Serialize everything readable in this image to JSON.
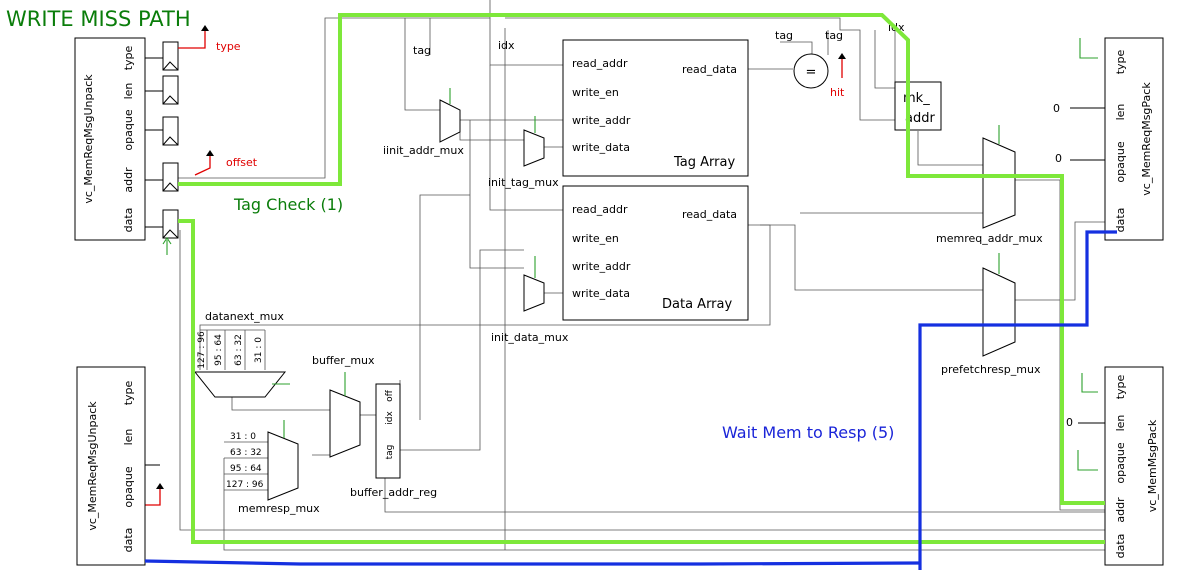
{
  "title": "WRITE MISS PATH",
  "annotations": {
    "tag_check": "Tag Check (1)",
    "wait_mem": "Wait Mem to Resp (5)"
  },
  "unpack_top": {
    "name": "vc_MemReqMsgUnpack",
    "fields": [
      "type",
      "len",
      "opaque",
      "addr",
      "data"
    ]
  },
  "unpack_bottom": {
    "name": "vc_MemReqMsgUnpack",
    "fields": [
      "type",
      "len",
      "opaque",
      "data"
    ]
  },
  "pack_top": {
    "name": "vc_MemReqMsgPack",
    "fields": [
      "type",
      "len",
      "opaque",
      "data"
    ],
    "consts": {
      "len": "0",
      "opaque": "0"
    }
  },
  "pack_bottom": {
    "name": "vc_MemMsgPack",
    "fields": [
      "type",
      "len",
      "opaque",
      "addr",
      "data"
    ],
    "consts": {
      "len": "0"
    }
  },
  "outputs": {
    "type": "type",
    "offset": "offset",
    "hit": "hit"
  },
  "tag_array": {
    "name": "Tag Array",
    "ports": [
      "read_addr",
      "write_en",
      "write_addr",
      "write_data"
    ],
    "out": "read_data"
  },
  "data_array": {
    "name": "Data Array",
    "ports": [
      "read_addr",
      "write_en",
      "write_addr",
      "write_data"
    ],
    "out": "read_data"
  },
  "muxes": {
    "iinit_addr": "iinit_addr_mux",
    "init_tag": "init_tag_mux",
    "init_data": "init_data_mux",
    "memreq_addr": "memreq_addr_mux",
    "prefetchresp": "prefetchresp_mux",
    "datanext": "datanext_mux",
    "buffer": "buffer_mux",
    "memresp": "memresp_mux"
  },
  "mk_addr": [
    "mk_",
    "addr"
  ],
  "comparator": "=",
  "wire_labels": {
    "tag1": "tag",
    "idx1": "idx",
    "tag2": "tag",
    "tag3": "tag",
    "idx2": "idx"
  },
  "datanext_slices": [
    "127 : 96",
    "95 : 64",
    "63 : 32",
    "31 : 0"
  ],
  "memresp_slices": [
    "31 : 0",
    "63 : 32",
    "95 : 64",
    "127 : 96"
  ],
  "buffer_reg": {
    "name": "buffer_addr_reg",
    "fields": [
      "off",
      "idx",
      "tag"
    ]
  }
}
